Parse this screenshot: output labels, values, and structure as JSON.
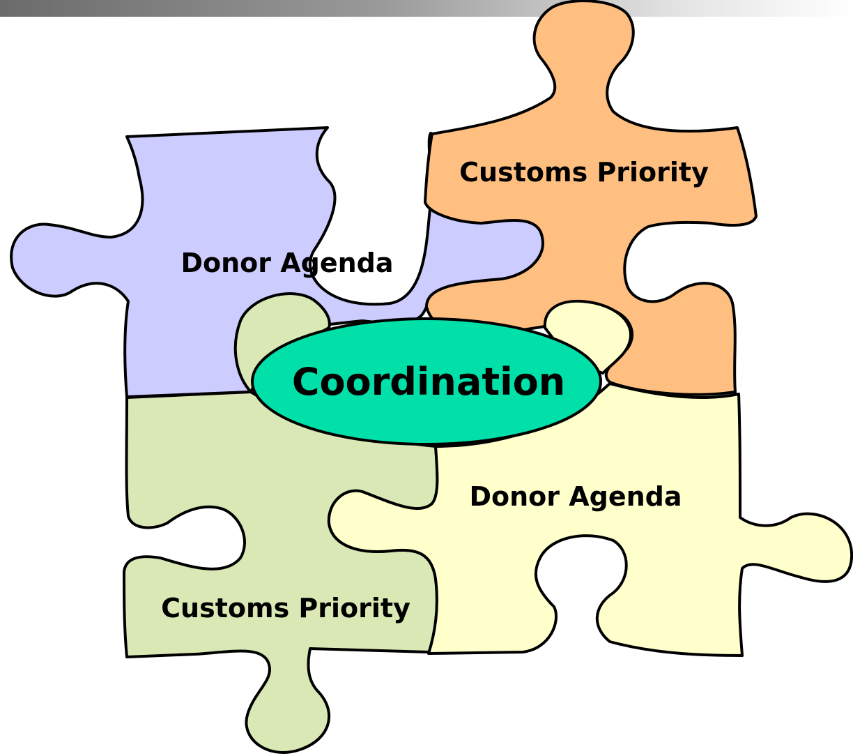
{
  "pieces": {
    "top_left": {
      "label": "Donor Agenda",
      "color": "#ccccff"
    },
    "top_right": {
      "label": "Customs Priority",
      "color": "#ffbf80"
    },
    "bottom_left": {
      "label": "Customs Priority",
      "color": "#d9e8b4"
    },
    "bottom_right": {
      "label": "Donor Agenda",
      "color": "#ffffcc"
    }
  },
  "center": {
    "label": "Coordination",
    "color": "#00e0a8"
  },
  "header_bar": {
    "colors": [
      "#6b6b6b",
      "#ffffff"
    ]
  }
}
